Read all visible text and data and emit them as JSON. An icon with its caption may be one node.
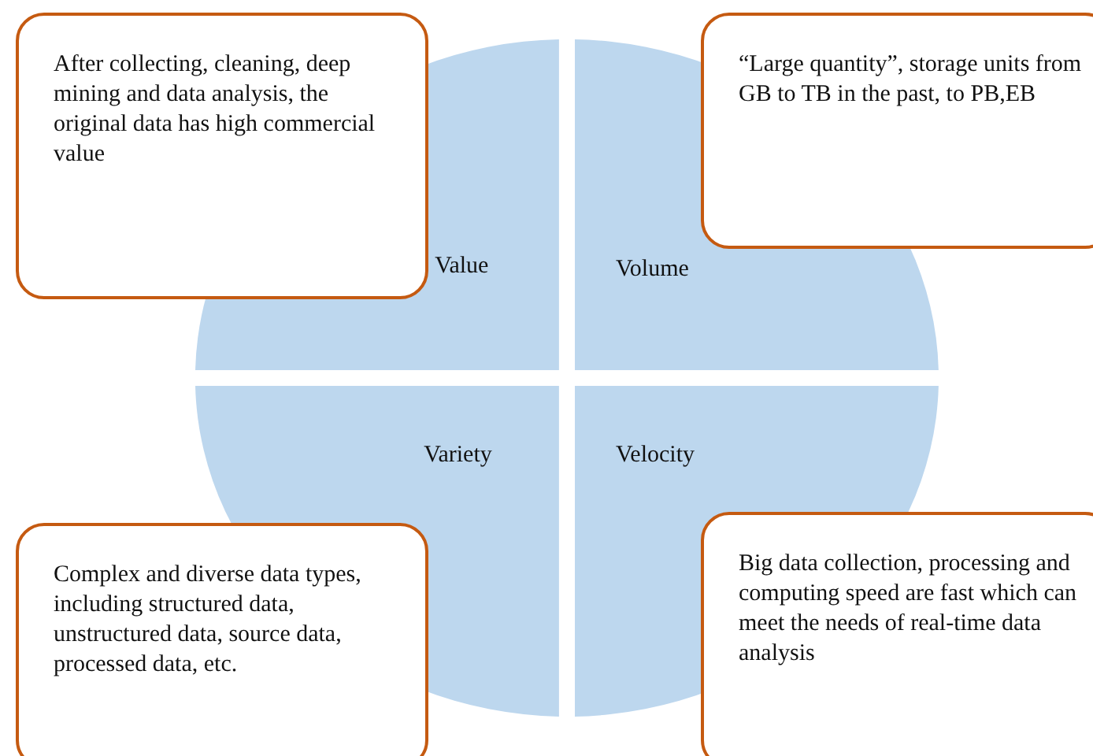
{
  "diagram": {
    "nodes": [
      {
        "text": [
          "After collecting, cleaning, deep mining and data analysis, the original data has high commercial value"
        ]
      },
      {
        "text": [
          "“Large quantity”, storage units from GB to TB in the past, to PB,EB"
        ]
      },
      {
        "text": [
          "Value"
        ]
      },
      {
        "text": [
          "Volume"
        ]
      },
      {
        "text": [
          "Variety"
        ]
      },
      {
        "text": [
          "Velocity"
        ]
      },
      {
        "text": [
          "Complex and diverse data types, including structured data, unstructured data, source data, processed data, etc."
        ]
      },
      {
        "text": [
          "Big data collection, processing and computing speed are fast which can meet the needs of real-time data analysis"
        ]
      }
    ]
  }
}
